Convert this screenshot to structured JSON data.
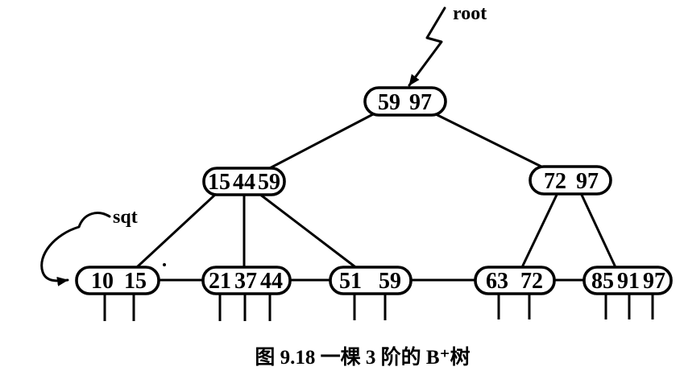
{
  "figure": {
    "caption": "图 9.18  一棵 3 阶的 B⁺树",
    "figure_number": "9.18",
    "description": "一棵 3 阶的 B+树"
  },
  "pointers": {
    "root_label": "root",
    "sqt_label": "sqt"
  },
  "tree": {
    "type": "B+ tree",
    "order": "3",
    "nodes": {
      "root": {
        "keys": [
          "59",
          "97"
        ]
      },
      "internal_left": {
        "keys": [
          "15",
          "44",
          "59"
        ]
      },
      "internal_right": {
        "keys": [
          "72",
          "97"
        ]
      },
      "leaf_1": {
        "keys": [
          "10",
          "15"
        ]
      },
      "leaf_2": {
        "keys": [
          "21",
          "37",
          "44"
        ]
      },
      "leaf_3": {
        "keys": [
          "51",
          "59"
        ]
      },
      "leaf_4": {
        "keys": [
          "63",
          "72"
        ]
      },
      "leaf_5": {
        "keys": [
          "85",
          "91",
          "97"
        ]
      }
    }
  },
  "colors": {
    "ink": "#000000",
    "background": "#ffffff"
  }
}
